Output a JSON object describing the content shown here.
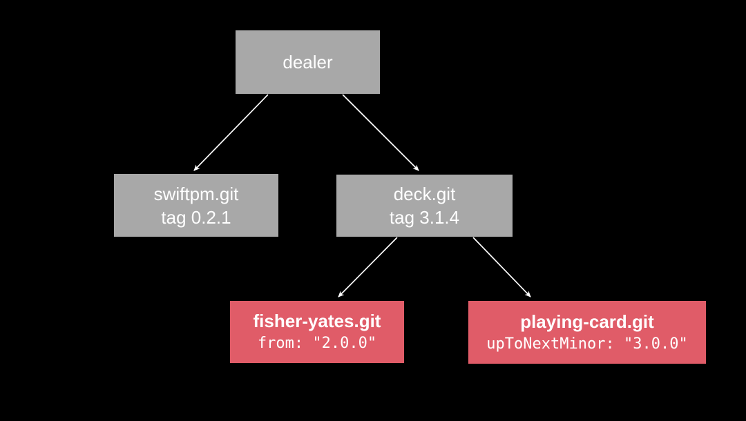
{
  "diagram": {
    "description": "package dependency graph",
    "colors": {
      "background": "#000000",
      "node_gray": "#a8a8a8",
      "node_red": "#e05c68",
      "arrow": "#ffffff",
      "text": "#ffffff"
    },
    "nodes": {
      "dealer": {
        "label": "dealer"
      },
      "swiftpm": {
        "name": "swiftpm.git",
        "version": "tag 0.2.1"
      },
      "deck": {
        "name": "deck.git",
        "version": "tag 3.1.4"
      },
      "fisher_yates": {
        "name": "fisher-yates.git",
        "requirement": "from: \"2.0.0\""
      },
      "playing_card": {
        "name": "playing-card.git",
        "requirement": "upToNextMinor: \"3.0.0\""
      }
    },
    "edges": [
      {
        "from": "dealer",
        "to": "swiftpm.git"
      },
      {
        "from": "dealer",
        "to": "deck.git"
      },
      {
        "from": "deck.git",
        "to": "fisher-yates.git"
      },
      {
        "from": "deck.git",
        "to": "playing-card.git"
      }
    ]
  }
}
